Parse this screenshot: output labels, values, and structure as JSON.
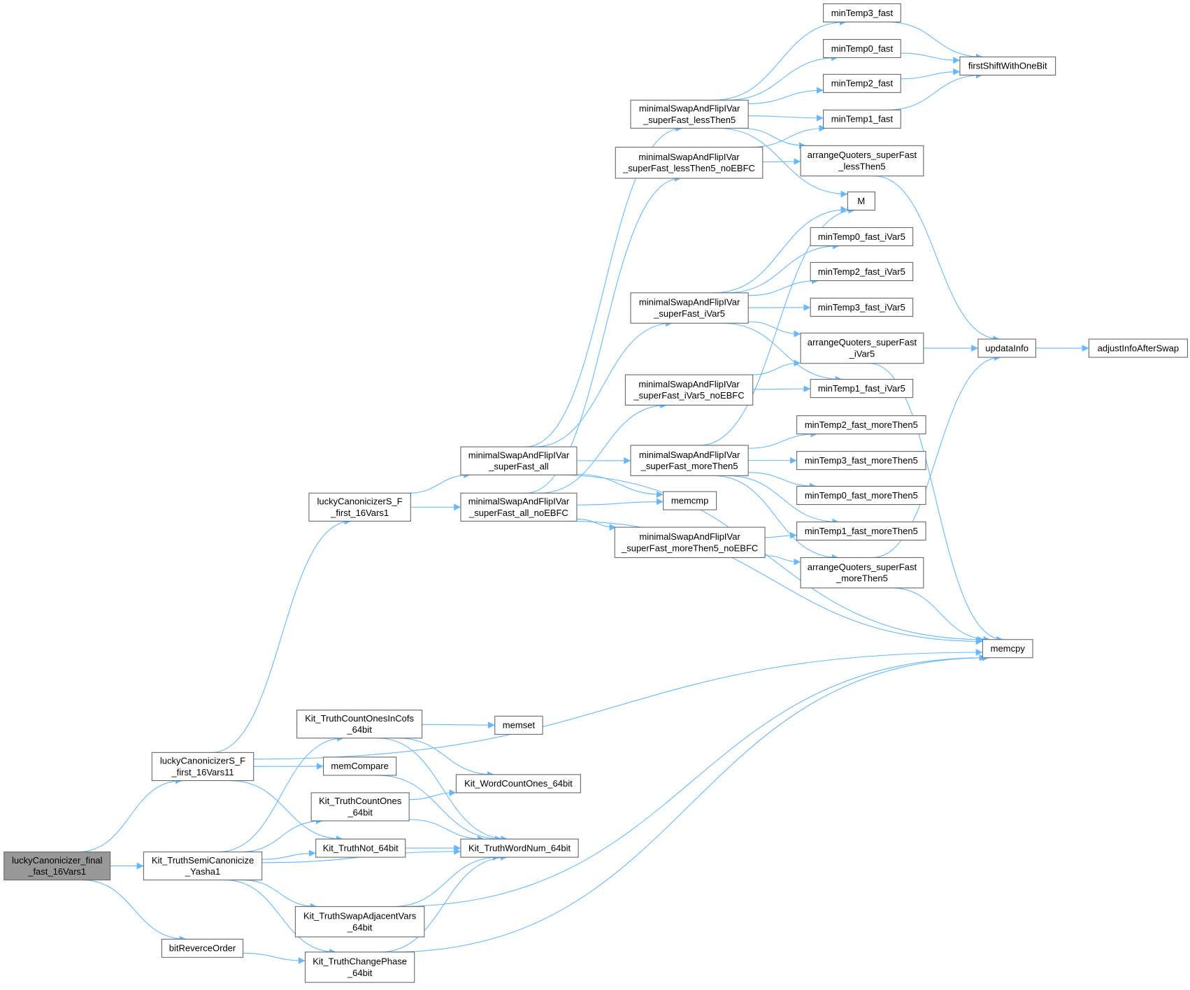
{
  "colors": {
    "edge": "#63b8ff",
    "root_fill": "#999999",
    "node_border": "#666666"
  },
  "nodes": [
    {
      "id": "n1",
      "lines": [
        "luckyCanonicizer_final",
        "_fast_16Vars1"
      ],
      "root": true
    },
    {
      "id": "n2",
      "lines": [
        "luckyCanonicizerS_F",
        "_first_16Vars11"
      ]
    },
    {
      "id": "n3",
      "lines": [
        "Kit_TruthSemiCanonicize",
        "_Yasha1"
      ]
    },
    {
      "id": "n4",
      "lines": [
        "bitReverceOrder"
      ]
    },
    {
      "id": "n5",
      "lines": [
        "luckyCanonicizerS_F",
        "_first_16Vars1"
      ]
    },
    {
      "id": "n6",
      "lines": [
        "Kit_TruthCountOnesInCofs",
        "_64bit"
      ]
    },
    {
      "id": "n7",
      "lines": [
        "memCompare"
      ]
    },
    {
      "id": "n8",
      "lines": [
        "Kit_TruthCountOnes",
        "_64bit"
      ]
    },
    {
      "id": "n9",
      "lines": [
        "Kit_TruthNot_64bit"
      ]
    },
    {
      "id": "n10",
      "lines": [
        "Kit_TruthSwapAdjacentVars",
        "_64bit"
      ]
    },
    {
      "id": "n11",
      "lines": [
        "Kit_TruthChangePhase",
        "_64bit"
      ]
    },
    {
      "id": "n12",
      "lines": [
        "memset"
      ]
    },
    {
      "id": "n13",
      "lines": [
        "Kit_WordCountOnes_64bit"
      ]
    },
    {
      "id": "n14",
      "lines": [
        "Kit_TruthWordNum_64bit"
      ]
    },
    {
      "id": "n15",
      "lines": [
        "minimalSwapAndFlipIVar",
        "_superFast_all"
      ]
    },
    {
      "id": "n16",
      "lines": [
        "minimalSwapAndFlipIVar",
        "_superFast_all_noEBFC"
      ]
    },
    {
      "id": "n17",
      "lines": [
        "minimalSwapAndFlipIVar",
        "_superFast_lessThen5"
      ]
    },
    {
      "id": "n18",
      "lines": [
        "minimalSwapAndFlipIVar",
        "_superFast_lessThen5_noEBFC"
      ]
    },
    {
      "id": "n19",
      "lines": [
        "minimalSwapAndFlipIVar",
        "_superFast_iVar5"
      ]
    },
    {
      "id": "n20",
      "lines": [
        "minimalSwapAndFlipIVar",
        "_superFast_iVar5_noEBFC"
      ]
    },
    {
      "id": "n21",
      "lines": [
        "minimalSwapAndFlipIVar",
        "_superFast_moreThen5"
      ]
    },
    {
      "id": "n22",
      "lines": [
        "minimalSwapAndFlipIVar",
        "_superFast_moreThen5_noEBFC"
      ]
    },
    {
      "id": "n23",
      "lines": [
        "memcmp"
      ]
    },
    {
      "id": "n24",
      "lines": [
        "minTemp3_fast"
      ]
    },
    {
      "id": "n25",
      "lines": [
        "minTemp0_fast"
      ]
    },
    {
      "id": "n26",
      "lines": [
        "minTemp2_fast"
      ]
    },
    {
      "id": "n27",
      "lines": [
        "minTemp1_fast"
      ]
    },
    {
      "id": "n28",
      "lines": [
        "arrangeQuoters_superFast",
        "_lessThen5"
      ]
    },
    {
      "id": "n29",
      "lines": [
        "M"
      ]
    },
    {
      "id": "n30",
      "lines": [
        "minTemp0_fast_iVar5"
      ]
    },
    {
      "id": "n31",
      "lines": [
        "minTemp2_fast_iVar5"
      ]
    },
    {
      "id": "n32",
      "lines": [
        "minTemp3_fast_iVar5"
      ]
    },
    {
      "id": "n33",
      "lines": [
        "arrangeQuoters_superFast",
        "_iVar5"
      ]
    },
    {
      "id": "n34",
      "lines": [
        "minTemp1_fast_iVar5"
      ]
    },
    {
      "id": "n35",
      "lines": [
        "minTemp2_fast_moreThen5"
      ]
    },
    {
      "id": "n36",
      "lines": [
        "minTemp3_fast_moreThen5"
      ]
    },
    {
      "id": "n37",
      "lines": [
        "minTemp0_fast_moreThen5"
      ]
    },
    {
      "id": "n38",
      "lines": [
        "minTemp1_fast_moreThen5"
      ]
    },
    {
      "id": "n39",
      "lines": [
        "arrangeQuoters_superFast",
        "_moreThen5"
      ]
    },
    {
      "id": "n40",
      "lines": [
        "memcpy"
      ]
    },
    {
      "id": "n41",
      "lines": [
        "firstShiftWithOneBit"
      ]
    },
    {
      "id": "n42",
      "lines": [
        "updataInfo"
      ]
    },
    {
      "id": "n43",
      "lines": [
        "adjustInfoAfterSwap"
      ]
    }
  ],
  "edges": [
    [
      "n1",
      "n2"
    ],
    [
      "n1",
      "n3"
    ],
    [
      "n1",
      "n4"
    ],
    [
      "n2",
      "n5"
    ],
    [
      "n2",
      "n7"
    ],
    [
      "n2",
      "n9"
    ],
    [
      "n2",
      "n40"
    ],
    [
      "n3",
      "n6"
    ],
    [
      "n3",
      "n8"
    ],
    [
      "n3",
      "n9"
    ],
    [
      "n3",
      "n14"
    ],
    [
      "n3",
      "n10"
    ],
    [
      "n3",
      "n11"
    ],
    [
      "n4",
      "n11"
    ],
    [
      "n5",
      "n15"
    ],
    [
      "n5",
      "n16"
    ],
    [
      "n6",
      "n12"
    ],
    [
      "n6",
      "n13"
    ],
    [
      "n6",
      "n14"
    ],
    [
      "n7",
      "n14"
    ],
    [
      "n8",
      "n13"
    ],
    [
      "n8",
      "n14"
    ],
    [
      "n9",
      "n14"
    ],
    [
      "n10",
      "n14"
    ],
    [
      "n10",
      "n40"
    ],
    [
      "n11",
      "n14"
    ],
    [
      "n11",
      "n40"
    ],
    [
      "n15",
      "n17"
    ],
    [
      "n15",
      "n19"
    ],
    [
      "n15",
      "n21"
    ],
    [
      "n15",
      "n23"
    ],
    [
      "n15",
      "n40"
    ],
    [
      "n16",
      "n18"
    ],
    [
      "n16",
      "n20"
    ],
    [
      "n16",
      "n22"
    ],
    [
      "n16",
      "n23"
    ],
    [
      "n16",
      "n40"
    ],
    [
      "n17",
      "n24"
    ],
    [
      "n17",
      "n25"
    ],
    [
      "n17",
      "n26"
    ],
    [
      "n17",
      "n27"
    ],
    [
      "n17",
      "n28"
    ],
    [
      "n17",
      "n29"
    ],
    [
      "n18",
      "n27"
    ],
    [
      "n18",
      "n28"
    ],
    [
      "n19",
      "n29"
    ],
    [
      "n19",
      "n30"
    ],
    [
      "n19",
      "n31"
    ],
    [
      "n19",
      "n32"
    ],
    [
      "n19",
      "n33"
    ],
    [
      "n19",
      "n34"
    ],
    [
      "n20",
      "n33"
    ],
    [
      "n20",
      "n34"
    ],
    [
      "n21",
      "n29"
    ],
    [
      "n21",
      "n35"
    ],
    [
      "n21",
      "n36"
    ],
    [
      "n21",
      "n37"
    ],
    [
      "n21",
      "n38"
    ],
    [
      "n21",
      "n39"
    ],
    [
      "n22",
      "n38"
    ],
    [
      "n22",
      "n39"
    ],
    [
      "n24",
      "n41"
    ],
    [
      "n25",
      "n41"
    ],
    [
      "n26",
      "n41"
    ],
    [
      "n27",
      "n41"
    ],
    [
      "n28",
      "n42"
    ],
    [
      "n33",
      "n42"
    ],
    [
      "n33",
      "n40"
    ],
    [
      "n39",
      "n42"
    ],
    [
      "n39",
      "n40"
    ],
    [
      "n42",
      "n43"
    ]
  ]
}
